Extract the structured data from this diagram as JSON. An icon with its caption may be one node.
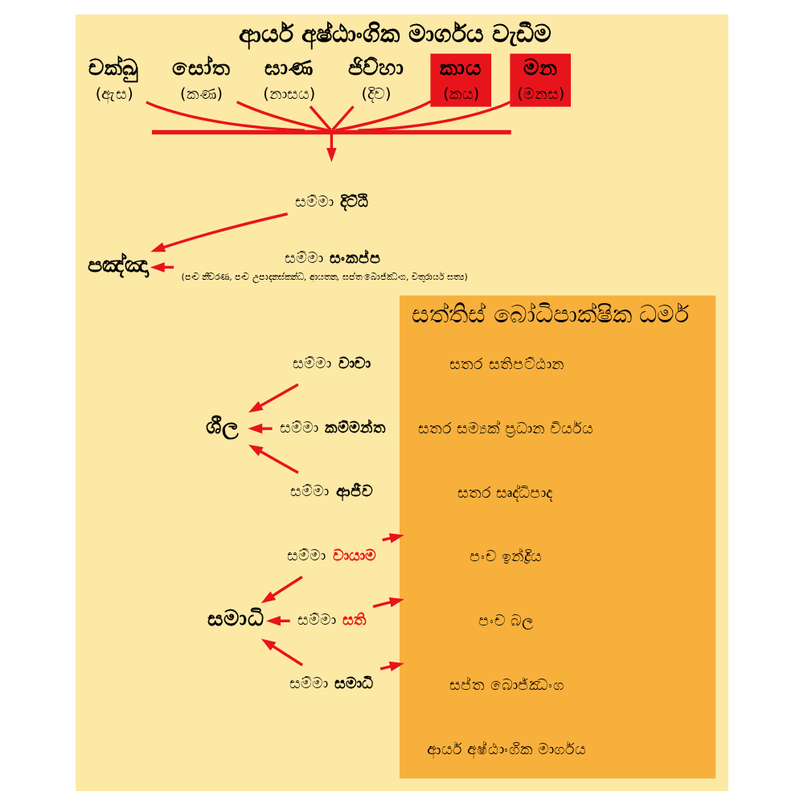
{
  "diagram": {
    "title": "ආර්ය අෂ්ඨාංගික මාර්ගය වැඩීම",
    "nodes": [
      {
        "text": [
          "චක්ඛු",
          "(ඇස)"
        ]
      },
      {
        "text": [
          "සෝත",
          "(කණ)"
        ]
      },
      {
        "text": [
          "ඝාණ",
          "(නාසය)"
        ]
      },
      {
        "text": [
          "ජිව්හා",
          "(දිව)"
        ]
      },
      {
        "text": [
          "කාය",
          "(කය)"
        ]
      },
      {
        "text": [
          "මන",
          "(මනස)"
        ]
      },
      {
        "text": [],
        "shape": "bar"
      },
      {
        "text": [
          "පඤ්ඤා"
        ]
      },
      {
        "text": [
          "සම්මා **දිට්ඨි**"
        ]
      },
      {
        "text": [
          "සම්මා **සංකප්ප**"
        ],
        "beside": [
          "(පංච නීවරණ, පංච උපාදානස්කන්ධ, ආයතන, සප්ත බොජ්ඣංග, චතුරාර්ය සත්‍ය)"
        ]
      },
      {
        "text": [
          "ශීල"
        ]
      },
      {
        "text": [
          "සම්මා **වාචා**"
        ]
      },
      {
        "text": [
          "සම්මා **කම්මන්ත**"
        ]
      },
      {
        "text": [
          "සම්මා **ආජීව**"
        ]
      },
      {
        "text": [
          "සමාධි"
        ]
      },
      {
        "text": [
          "සම්මා **වායාම**"
        ]
      },
      {
        "text": [
          "සම්මා **සති**"
        ]
      },
      {
        "text": [
          "සම්මා **සමාධි**"
        ]
      },
      {
        "text": [
          "සත්තිස් බෝධිපාක්ෂික ධර්ම"
        ]
      },
      {
        "text": [
          "සතර සතිපට්ඨාන"
        ],
        "in": 18
      },
      {
        "text": [
          "සතර සම්‍යක් ප්‍රධාන වීර්යය"
        ],
        "in": 18
      },
      {
        "text": [
          "සතර සෘද්ධිපාද"
        ],
        "in": 18
      },
      {
        "text": [
          "පංච ඉන්ද්‍රිය"
        ],
        "in": 18
      },
      {
        "text": [
          "පංච බල"
        ],
        "in": 18
      },
      {
        "text": [
          "සප්ත බොජ්ඣංග"
        ],
        "in": 18
      },
      {
        "text": [
          "ආර්ය අෂ්ඨාංගික මාර්ගය"
        ],
        "in": 18
      }
    ],
    "edges": [
      {
        "from": 0,
        "to": 6,
        "arrow": "none"
      },
      {
        "from": 1,
        "to": 6,
        "arrow": "none"
      },
      {
        "from": 2,
        "to": 6,
        "arrow": "none"
      },
      {
        "from": 3,
        "to": 6,
        "arrow": "none"
      },
      {
        "from": 4,
        "to": 6,
        "arrow": "none"
      },
      {
        "from": 5,
        "to": 6,
        "arrow": "none"
      },
      {
        "from": 6,
        "to": null,
        "arrow": "to"
      },
      {
        "from": 8,
        "to": 7,
        "arrow": "to"
      },
      {
        "from": 9,
        "to": 7,
        "arrow": "to"
      },
      {
        "from": 11,
        "to": 10,
        "arrow": "to"
      },
      {
        "from": 12,
        "to": 10,
        "arrow": "to"
      },
      {
        "from": 13,
        "to": 10,
        "arrow": "to"
      },
      {
        "from": 15,
        "to": 14,
        "arrow": "to"
      },
      {
        "from": 16,
        "to": 14,
        "arrow": "to"
      },
      {
        "from": 17,
        "to": 14,
        "arrow": "to"
      },
      {
        "from": 15,
        "to": 18,
        "arrow": "to"
      },
      {
        "from": 16,
        "to": 18,
        "arrow": "to"
      },
      {
        "from": 17,
        "to": 18,
        "arrow": "to"
      }
    ]
  }
}
